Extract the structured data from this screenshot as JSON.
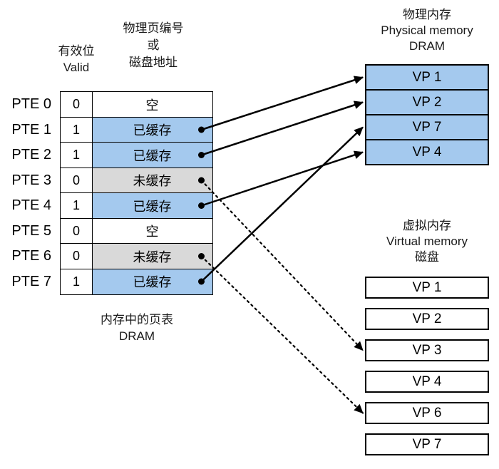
{
  "colors": {
    "cached_fill": "#a4c9ee",
    "uncached_fill": "#d9d9d9",
    "empty_fill": "#ffffff",
    "border": "#000000",
    "background": "#ffffff"
  },
  "page_table": {
    "valid_header_lines": [
      "有效位",
      "Valid"
    ],
    "address_header_lines": [
      "物理页编号",
      "或",
      "磁盘地址"
    ],
    "caption_lines": [
      "内存中的页表",
      "DRAM"
    ],
    "rows": [
      {
        "label": "PTE 0",
        "valid": "0",
        "status": "空",
        "type": "empty"
      },
      {
        "label": "PTE 1",
        "valid": "1",
        "status": "已缓存",
        "type": "cached"
      },
      {
        "label": "PTE 2",
        "valid": "1",
        "status": "已缓存",
        "type": "cached"
      },
      {
        "label": "PTE 3",
        "valid": "0",
        "status": "未缓存",
        "type": "uncached"
      },
      {
        "label": "PTE 4",
        "valid": "1",
        "status": "已缓存",
        "type": "cached"
      },
      {
        "label": "PTE 5",
        "valid": "0",
        "status": "空",
        "type": "empty"
      },
      {
        "label": "PTE 6",
        "valid": "0",
        "status": "未缓存",
        "type": "uncached"
      },
      {
        "label": "PTE 7",
        "valid": "1",
        "status": "已缓存",
        "type": "cached"
      }
    ]
  },
  "physical_memory": {
    "title_lines": [
      "物理内存",
      "Physical memory",
      "DRAM"
    ],
    "rows": [
      "VP 1",
      "VP 2",
      "VP 7",
      "VP 4"
    ]
  },
  "virtual_memory": {
    "title_lines": [
      "虚拟内存",
      "Virtual memory",
      "磁盘"
    ],
    "rows": [
      "VP 1",
      "VP 2",
      "VP 3",
      "VP 4",
      "VP 6",
      "VP 7"
    ]
  },
  "mappings": [
    {
      "from": "PTE 1",
      "to": "VP 1",
      "memory": "physical",
      "style": "solid"
    },
    {
      "from": "PTE 2",
      "to": "VP 2",
      "memory": "physical",
      "style": "solid"
    },
    {
      "from": "PTE 4",
      "to": "VP 4",
      "memory": "physical",
      "style": "solid"
    },
    {
      "from": "PTE 7",
      "to": "VP 7",
      "memory": "physical",
      "style": "solid"
    },
    {
      "from": "PTE 3",
      "to": "VP 3",
      "memory": "virtual",
      "style": "dotted"
    },
    {
      "from": "PTE 6",
      "to": "VP 6",
      "memory": "virtual",
      "style": "dotted"
    }
  ]
}
